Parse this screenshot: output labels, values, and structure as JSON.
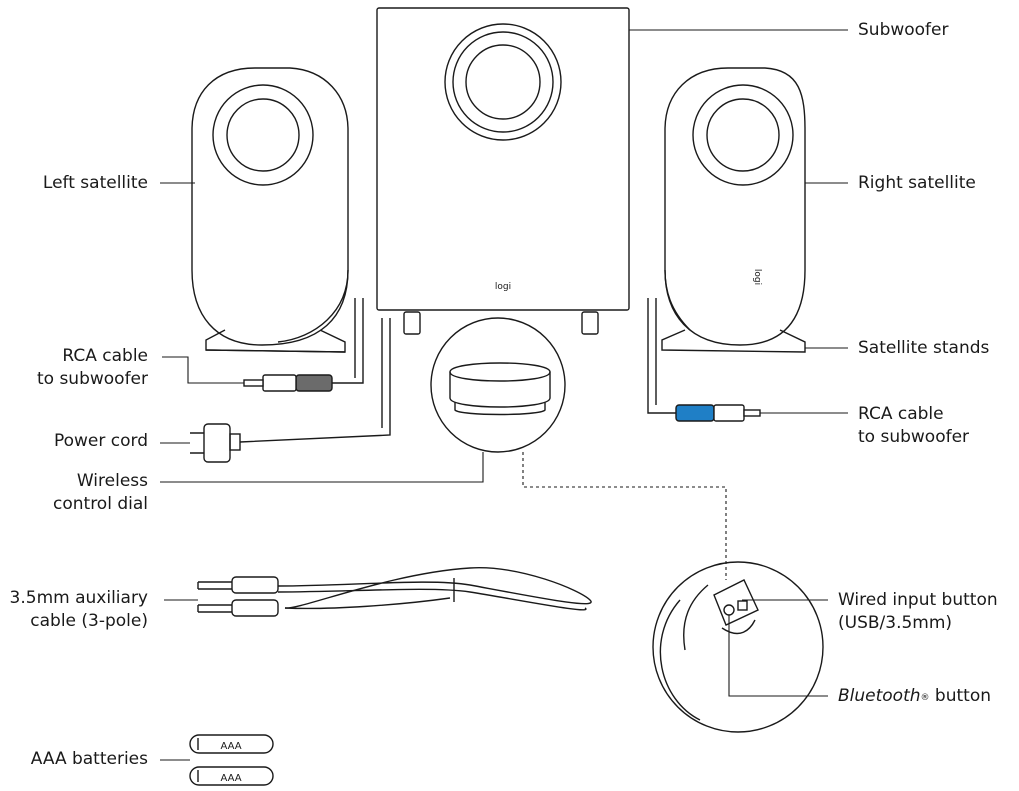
{
  "labels": {
    "subwoofer": "Subwoofer",
    "left_satellite": "Left satellite",
    "right_satellite": "Right satellite",
    "satellite_stands": "Satellite stands",
    "rca_left_line1": "RCA cable",
    "rca_left_line2": "to subwoofer",
    "rca_right_line1": "RCA cable",
    "rca_right_line2": "to subwoofer",
    "power_cord": "Power cord",
    "dial_line1": "Wireless",
    "dial_line2": "control dial",
    "aux_line1": "3.5mm auxiliary",
    "aux_line2": "cable (3-pole)",
    "wired_btn_line1": "Wired input button",
    "wired_btn_line2": "(USB/3.5mm)",
    "bt_word": "Bluetooth",
    "bt_mark": "®",
    "bt_rest": " button",
    "batteries": "AAA batteries"
  },
  "product_marks": {
    "sub_logo": "logi",
    "right_logo": "logi",
    "battery_1": "AAA",
    "battery_2": "AAA"
  },
  "colors": {
    "line": "#1a1a1a",
    "rca_left_plug": "#6b6b6b",
    "rca_right_plug": "#1f7fc6"
  }
}
